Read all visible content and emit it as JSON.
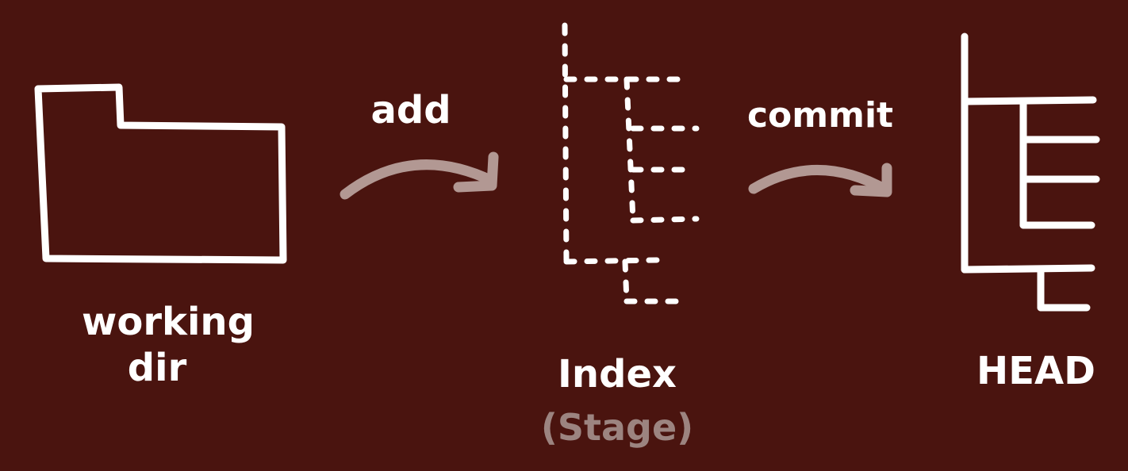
{
  "colors": {
    "background": "#4a140f",
    "stroke": "#ffffff",
    "arrow": "#b29893",
    "muted_text": "#9c8480"
  },
  "nodes": {
    "working_dir": {
      "line1": "working",
      "line2": "dir"
    },
    "index": {
      "label": "Index",
      "sublabel": "(Stage)"
    },
    "head": {
      "label": "HEAD"
    }
  },
  "edges": {
    "add": "add",
    "commit": "commit"
  }
}
